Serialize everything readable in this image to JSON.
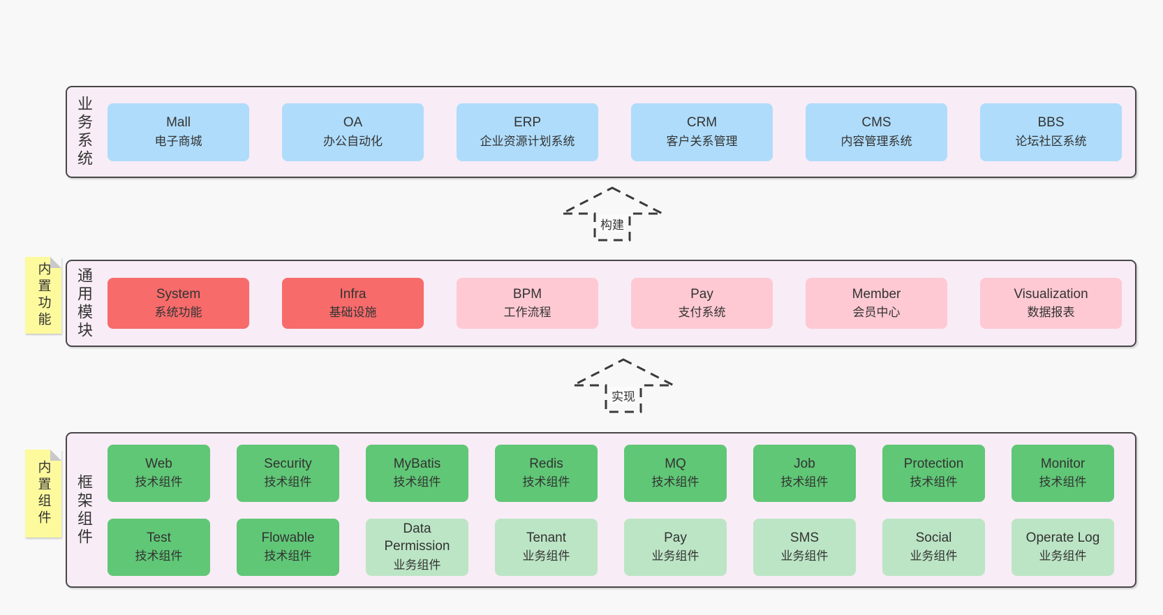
{
  "diagram": {
    "palette": {
      "page_background": "#f8f8f8",
      "band_background": "#f8edf6",
      "band_border": "#474747",
      "blue_box": "#aedcfa",
      "red_box": "#f76b6b",
      "pink_box": "#ffc9d3",
      "green_box": "#5fc776",
      "light_green_box": "#bce5c5",
      "note_yellow": "#fcfa9d",
      "note_fold_gray": "#c9c9cb",
      "arrow_stroke": "#3a3a3a",
      "text": "#333333"
    },
    "arrows": [
      {
        "label": "构建"
      },
      {
        "label": "实现"
      }
    ],
    "bands": [
      {
        "label_vertical": "业务系统",
        "boxes": [
          {
            "title": "Mall",
            "subtitle": "电子商城"
          },
          {
            "title": "OA",
            "subtitle": "办公自动化"
          },
          {
            "title": "ERP",
            "subtitle": "企业资源计划系统"
          },
          {
            "title": "CRM",
            "subtitle": "客户关系管理"
          },
          {
            "title": "CMS",
            "subtitle": "内容管理系统"
          },
          {
            "title": "BBS",
            "subtitle": "论坛社区系统"
          }
        ]
      },
      {
        "label_vertical": "通用模块",
        "note": "内置功能",
        "boxes": [
          {
            "title": "System",
            "subtitle": "系统功能"
          },
          {
            "title": "Infra",
            "subtitle": "基础设施"
          },
          {
            "title": "BPM",
            "subtitle": "工作流程"
          },
          {
            "title": "Pay",
            "subtitle": "支付系统"
          },
          {
            "title": "Member",
            "subtitle": "会员中心"
          },
          {
            "title": "Visualization",
            "subtitle": "数据报表"
          }
        ]
      },
      {
        "label_vertical": "框架组件",
        "note": "内置组件",
        "rows": [
          [
            {
              "title": "Web",
              "subtitle": "技术组件"
            },
            {
              "title": "Security",
              "subtitle": "技术组件"
            },
            {
              "title": "MyBatis",
              "subtitle": "技术组件"
            },
            {
              "title": "Redis",
              "subtitle": "技术组件"
            },
            {
              "title": "MQ",
              "subtitle": "技术组件"
            },
            {
              "title": "Job",
              "subtitle": "技术组件"
            },
            {
              "title": "Protection",
              "subtitle": "技术组件"
            },
            {
              "title": "Monitor",
              "subtitle": "技术组件"
            }
          ],
          [
            {
              "title": "Test",
              "subtitle": "技术组件"
            },
            {
              "title": "Flowable",
              "subtitle": "技术组件"
            },
            {
              "title": "Data Permission",
              "subtitle": "业务组件"
            },
            {
              "title": "Tenant",
              "subtitle": "业务组件"
            },
            {
              "title": "Pay",
              "subtitle": "业务组件"
            },
            {
              "title": "SMS",
              "subtitle": "业务组件"
            },
            {
              "title": "Social",
              "subtitle": "业务组件"
            },
            {
              "title": "Operate Log",
              "subtitle": "业务组件"
            }
          ]
        ]
      }
    ]
  }
}
